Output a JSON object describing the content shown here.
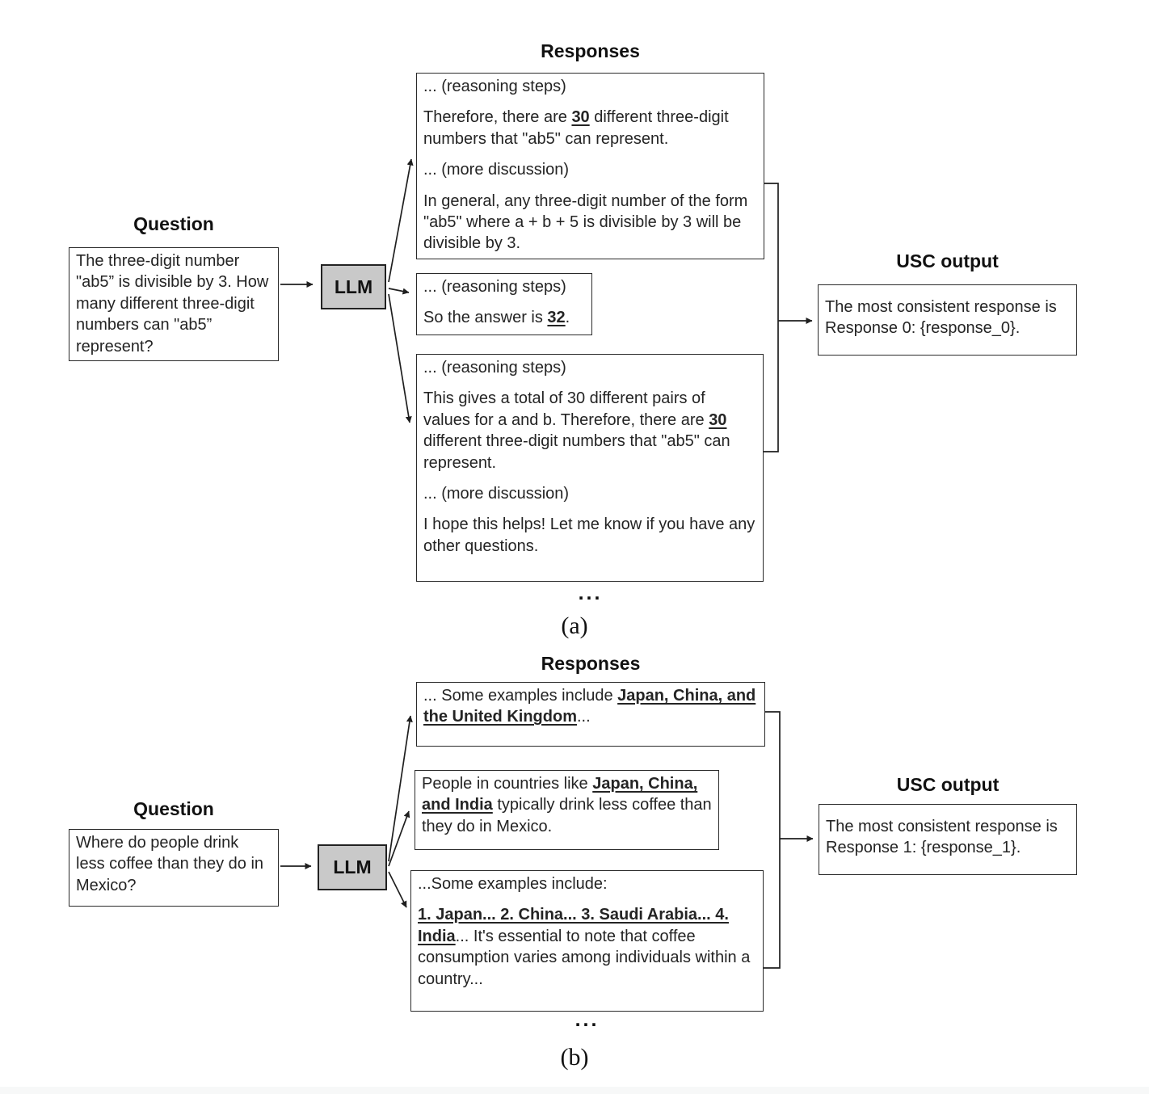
{
  "colors": {
    "background": "#ffffff",
    "llm_fill": "#c9c9c9",
    "border": "#2a2a2a",
    "text": "#242424"
  },
  "figure_a": {
    "responses_label": "Responses",
    "question_label": "Question",
    "usc_label": "USC output",
    "llm_label": "LLM",
    "question_text": "The three-digit number \"ab5” is divisible by 3. How many different three-digit numbers can \"ab5” represent?",
    "response1": {
      "p1": "... (reasoning steps)",
      "p2_pre": "Therefore, there are ",
      "p2_mark": "30",
      "p2_post": " different three-digit numbers that \"ab5\" can represent.",
      "p3": "... (more discussion)",
      "p4": "In general, any three-digit number of the form \"ab5\" where a + b + 5 is divisible by 3 will be divisible by 3."
    },
    "response2": {
      "p1": "... (reasoning steps)",
      "p2_pre": "So the answer is ",
      "p2_mark": "32",
      "p2_post": "."
    },
    "response3": {
      "p1": "... (reasoning steps)",
      "p2_pre": "This gives a total of 30 different pairs of values for a and b. Therefore, there are ",
      "p2_mark": "30",
      "p2_post": " different three-digit numbers that \"ab5\" can represent.",
      "p3": "... (more discussion)",
      "p4": "I hope this helps! Let me know if you have any other questions."
    },
    "usc_text": "The most consistent response is Response 0: {response_0}.",
    "ellipsis": "...",
    "caption": "(a)"
  },
  "figure_b": {
    "responses_label": "Responses",
    "question_label": "Question",
    "usc_label": "USC output",
    "llm_label": "LLM",
    "question_text": "Where do people drink less coffee than they do in Mexico?",
    "response1": {
      "p1_pre": "... Some examples include ",
      "p1_mark": "Japan, China, and the United Kingdom",
      "p1_post": "..."
    },
    "response2": {
      "p1_pre": "People in countries like ",
      "p1_mark": "Japan, China, and India",
      "p1_post": " typically drink less coffee than they do in Mexico."
    },
    "response3": {
      "p1": "...Some examples include:",
      "p2_mark": "1. Japan... 2. China... 3. Saudi Arabia... 4. India",
      "p2_post": "... It's essential to note that coffee consumption varies among individuals within a country..."
    },
    "usc_text": "The most consistent response is Response 1: {response_1}.",
    "ellipsis": "...",
    "caption": "(b)"
  }
}
